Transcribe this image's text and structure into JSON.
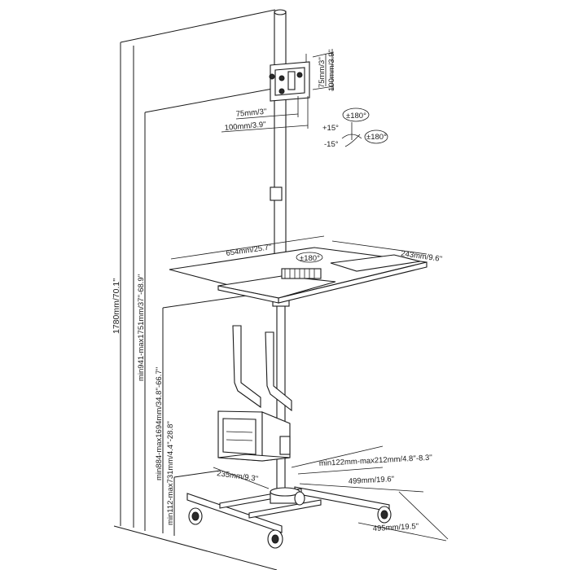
{
  "dimensions": {
    "total_height": "1780mm/70.1''",
    "monitor_height_range": "min941-max1751mm/37''-68.9''",
    "tray_height_range": "min884-max1694mm/34.8''-66.7''",
    "cpu_holder_height_range": "min112-max731mm/4.4''-28.8''",
    "vesa_75_horizontal": "75mm/3''",
    "vesa_100_horizontal": "100mm/3.9''",
    "vesa_75_vertical": "75mm/3''",
    "vesa_100_vertical": "100mm/3.9''",
    "tray_width": "654mm/25.7''",
    "tray_depth": "243mm/9.6''",
    "cpu_holder_width": "min122mm-max212mm/4.8''-8.3''",
    "cpu_holder_depth": "235mm/9.3''",
    "base_depth": "499mm/19.6''",
    "base_width": "495mm/19.5''"
  },
  "rotation": {
    "swivel_top": "±180°",
    "tilt_up": "+15°",
    "tilt_down": "-15°",
    "rotate": "±180°",
    "tray_rotation": "±180°"
  }
}
